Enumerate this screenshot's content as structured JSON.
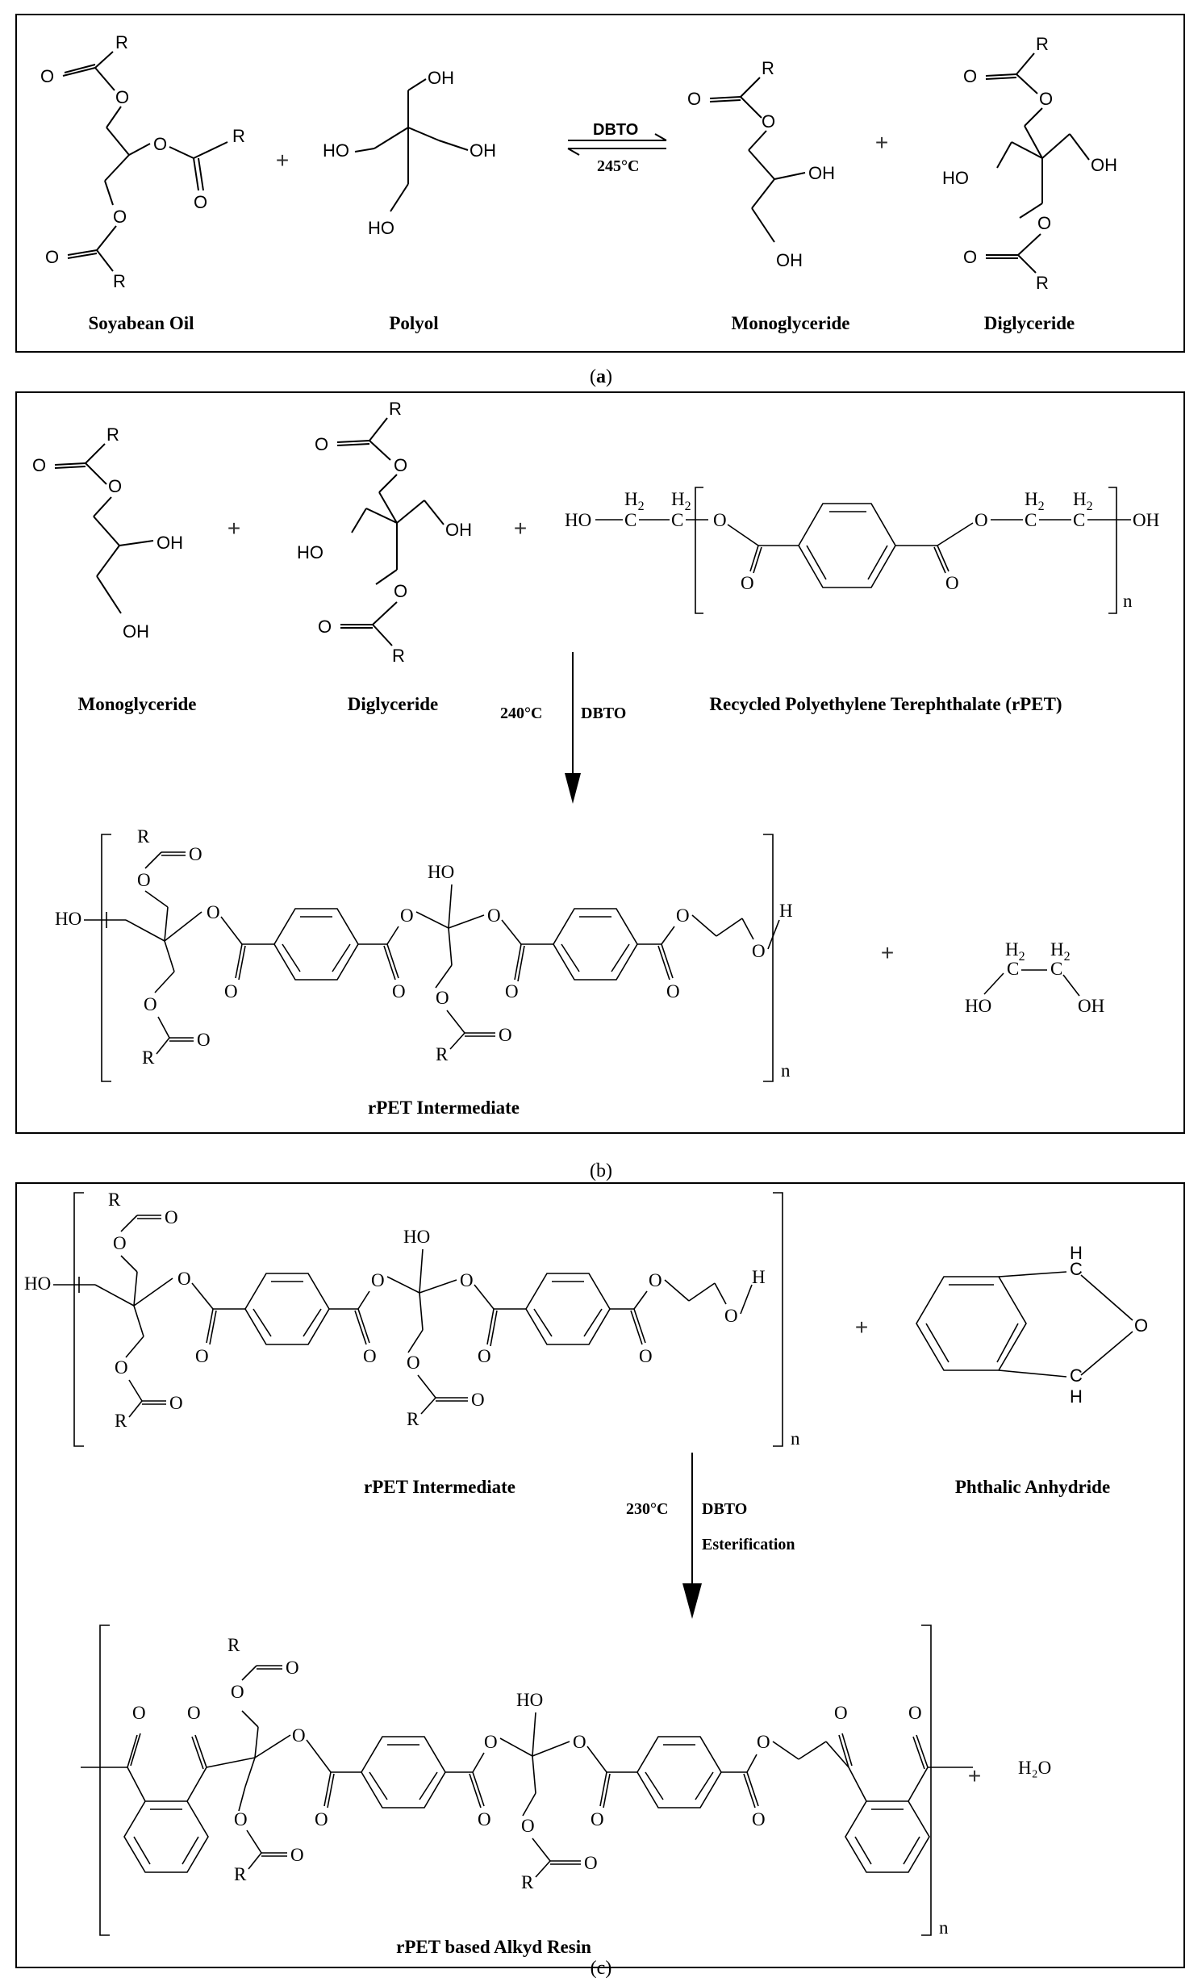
{
  "panel_a": {
    "caption": "(a)",
    "caption_letter": "a",
    "labels": {
      "soybean_oil": "Soyabean Oil",
      "polyol": "Polyol",
      "monoglyceride": "Monoglyceride",
      "diglyceride": "Diglyceride"
    },
    "catalyst": "DBTO",
    "temperature": "245°C"
  },
  "panel_b": {
    "caption": "(b)",
    "labels": {
      "monoglyceride": "Monoglyceride",
      "diglyceride": "Diglyceride",
      "rpet": "Recycled Polyethylene Terephthalate (rPET)",
      "intermediate": "rPET Intermediate"
    },
    "temperature": "240°C",
    "catalyst": "DBTO"
  },
  "panel_c": {
    "caption": "(c)",
    "labels": {
      "intermediate": "rPET Intermediate",
      "phthalic_anhydride": "Phthalic Anhydride",
      "alkyd_resin": "rPET based Alkyd Resin"
    },
    "temperature": "230°C",
    "catalyst": "DBTO",
    "process": "Esterification",
    "water": "H₂O"
  },
  "atoms": {
    "R": "R",
    "O": "O",
    "OH": "OH",
    "HO": "HO",
    "H": "H",
    "H2": "H2",
    "C": "C",
    "n": "n",
    "plus": "+"
  }
}
